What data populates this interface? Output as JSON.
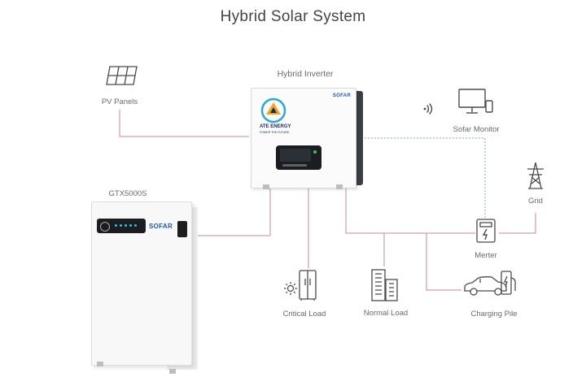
{
  "diagram": {
    "title": "Hybrid Solar System",
    "labels": {
      "pv_panels": "PV Panels",
      "hybrid_inverter": "Hybrid Inverter",
      "sofar_monitor": "Sofar Monitor",
      "grid": "Grid",
      "battery_model": "GTX5000S",
      "merter": "Merter",
      "critical_load": "Critical Load",
      "normal_load": "Normal Load",
      "charging_pile": "Charging Pile"
    },
    "inverter": {
      "brand": "SOFAR",
      "logo_text": "ATE ENERGY",
      "logo_subtext": "POWER THE FUTURE"
    },
    "battery": {
      "brand": "SOFAR"
    }
  },
  "colors": {
    "ac_line": "#c98a90",
    "comm_line": "#7fa8b4",
    "icon": "#4a4a4a",
    "brand_blue": "#1e5aa8",
    "led_cyan": "#29c6e3"
  },
  "icons": [
    "solar-panel-icon",
    "wifi-signal-icon",
    "computer-monitor-icon",
    "transmission-tower-icon",
    "meter-icon",
    "fridge-icon",
    "sun-icon",
    "building-icon",
    "car-icon",
    "charger-icon"
  ]
}
